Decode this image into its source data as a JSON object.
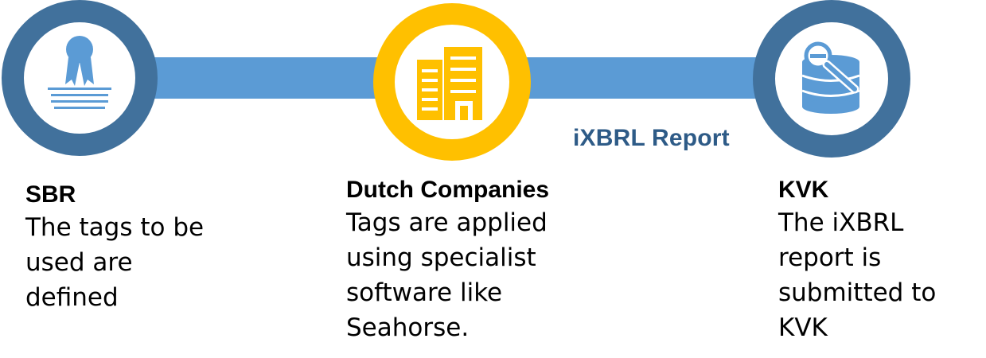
{
  "connector": {
    "label": "iXBRL Report"
  },
  "nodes": [
    {
      "icon": "certificate-icon",
      "title": "SBR",
      "description": "The tags to be used are defined"
    },
    {
      "icon": "office-building-icon",
      "title": "Dutch Companies",
      "description": "Tags are applied using specialist software like Seahorse."
    },
    {
      "icon": "database-search-icon",
      "title": "KVK",
      "description": "The iXBRL report is submitted to KVK"
    }
  ],
  "colors": {
    "connector": "#5b9bd5",
    "ring_blue": "#41719c",
    "ring_yellow": "#ffc000",
    "icon_blue": "#5b9bd5",
    "label_blue": "#2e5b87"
  }
}
